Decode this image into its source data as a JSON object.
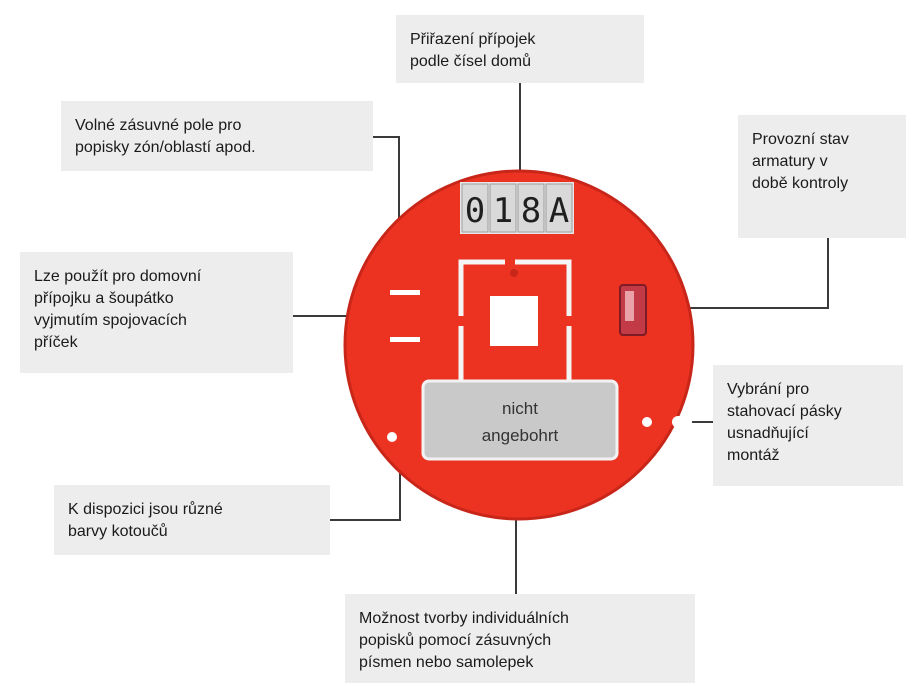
{
  "colors": {
    "disc": "#ec3322",
    "disc_dark": "#c9261a",
    "sticker": "#c9c9c9",
    "tile": "#d9d9d9",
    "box": "#ededed",
    "line": "#3a3a3a"
  },
  "plate": {
    "number_tiles": [
      "0",
      "1",
      "8",
      "A"
    ],
    "sticker_line1": "nicht",
    "sticker_line2": "angebohrt"
  },
  "labels": {
    "house_numbers": [
      "Přiřazení přípojek",
      "podle čísel domů"
    ],
    "free_field": [
      "Volné zásuvné pole pro",
      "popisky zón/oblastí apod."
    ],
    "operating_state": [
      "Provozní stav",
      "armatury v",
      "době kontroly"
    ],
    "house_connection": [
      "Lze použít pro domovní",
      "přípojku a šoupátko",
      "vyjmutím spojovacích",
      "příček"
    ],
    "cable_ties": [
      "Vybrání pro",
      "stahovací pásky",
      "usnadňující",
      "montáž"
    ],
    "disc_colors": [
      "K dispozici jsou různé",
      "barvy kotoučů"
    ],
    "individual_labels": [
      "Možnost tvorby individuálních",
      "popisků pomocí zásuvných",
      "písmen nebo samolepek"
    ]
  }
}
